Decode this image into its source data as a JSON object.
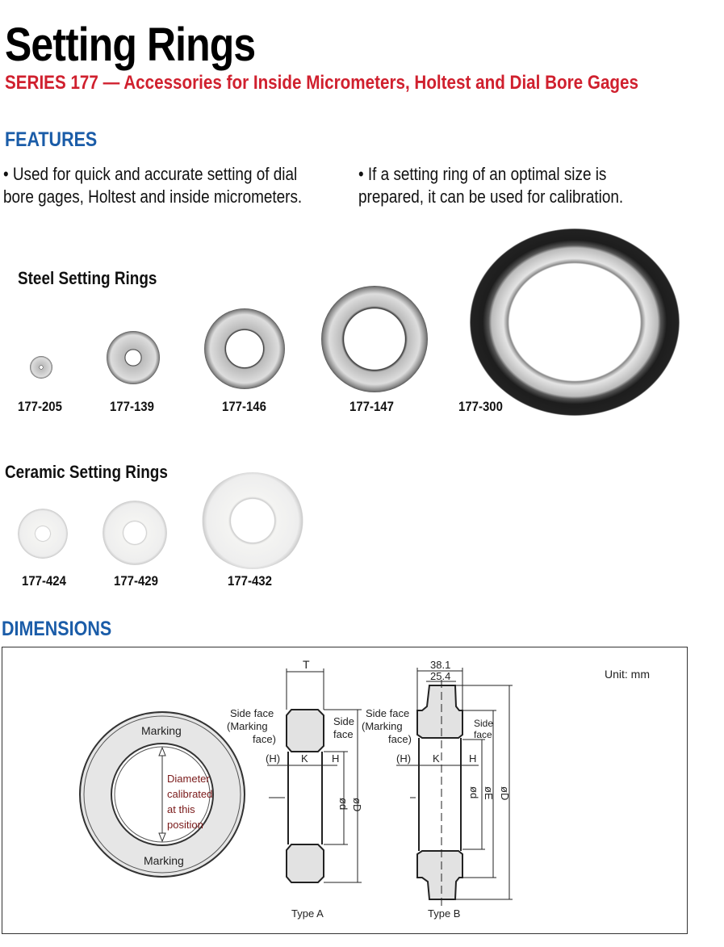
{
  "header": {
    "title": "Setting Rings",
    "subtitle": "SERIES 177 — Accessories for Inside Micrometers, Holtest and Dial Bore Gages"
  },
  "features": {
    "heading": "FEATURES",
    "items": [
      "Used for quick and accurate setting of dial bore gages, Holtest and inside micrometers.",
      "If a setting ring of an optimal size is prepared, it can be used for calibration."
    ]
  },
  "steel": {
    "heading": "Steel Setting Rings",
    "models": [
      "177-205",
      "177-139",
      "177-146",
      "177-147",
      "177-300"
    ]
  },
  "ceramic": {
    "heading": "Ceramic Setting Rings",
    "models": [
      "177-424",
      "177-429",
      "177-432"
    ]
  },
  "dimensions": {
    "heading": "DIMENSIONS",
    "unit": "Unit: mm",
    "front": {
      "marking_top": "Marking",
      "marking_bottom": "Marking",
      "note": [
        "Diameter",
        "calibrated",
        "at this",
        "position"
      ]
    },
    "type_a": {
      "label": "Type A",
      "T": "T",
      "side_face_marking": [
        "Side face",
        "(Marking",
        "face)"
      ],
      "side_face": [
        "Side",
        "face"
      ],
      "H_paren": "(H)",
      "K": "K",
      "H": "H",
      "d": "ød",
      "D": "øD"
    },
    "type_b": {
      "label": "Type B",
      "dim1": "38.1",
      "dim2": "25.4",
      "side_face_marking": [
        "Side face",
        "(Marking",
        "face)"
      ],
      "side_face": [
        "Side",
        "face"
      ],
      "H_paren": "(H)",
      "K": "K",
      "H": "H",
      "d": "ød",
      "E": "øE",
      "D": "øD"
    }
  },
  "colors": {
    "accent_red": "#d0202e",
    "heading_blue": "#1a5ca8"
  }
}
